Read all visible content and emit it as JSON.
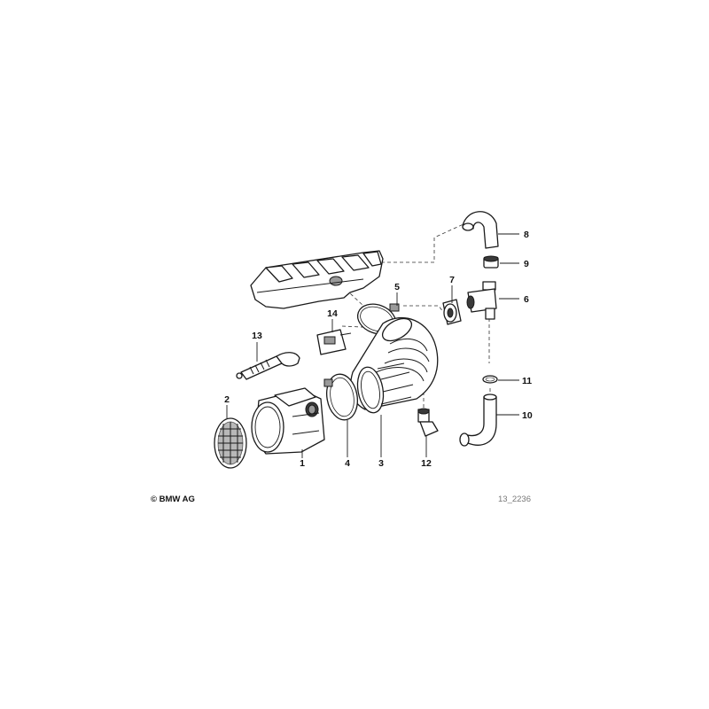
{
  "callouts": {
    "c1": "1",
    "c2": "2",
    "c3": "3",
    "c4": "4",
    "c5": "5",
    "c6": "6",
    "c7": "7",
    "c8": "8",
    "c9": "9",
    "c10": "10",
    "c11": "11",
    "c12": "12",
    "c13": "13",
    "c14": "14"
  },
  "footer": {
    "copyright": "© BMW AG",
    "ref_code": "13_2236"
  }
}
